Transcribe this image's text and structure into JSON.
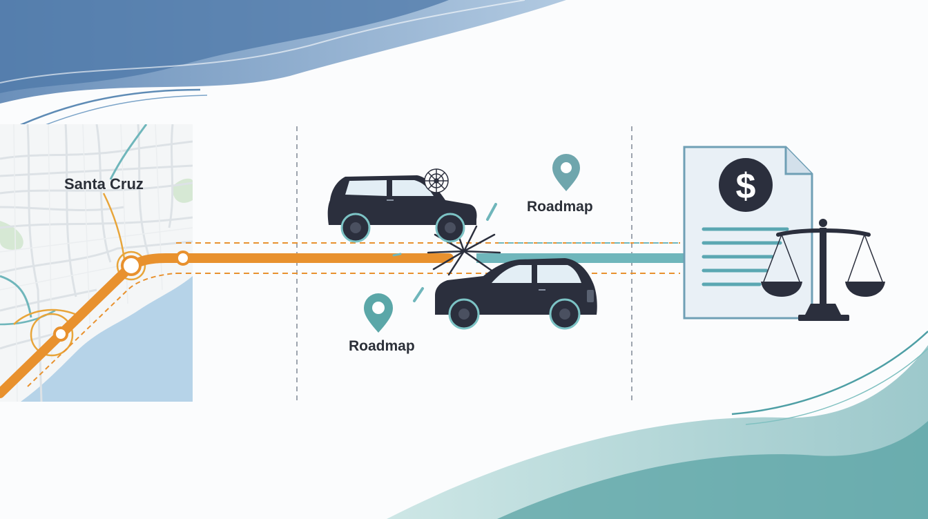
{
  "map": {
    "city_label": "Santa Cruz"
  },
  "markers": [
    {
      "label": "Roadmap"
    },
    {
      "label": "Roadmap"
    }
  ],
  "document": {
    "currency_symbol": "$"
  },
  "colors": {
    "route_orange": "#e8912e",
    "route_teal": "#6fb6bb",
    "dark_navy": "#2b2f3d",
    "wave_blue": "#6f95be",
    "wave_teal": "#5aa9a9",
    "water": "#b6d3e8"
  },
  "icons": [
    "map-pin-icon",
    "dollar-icon",
    "scales-of-justice-icon",
    "collision-burst-icon",
    "car-icon",
    "steering-wheel-icon"
  ]
}
